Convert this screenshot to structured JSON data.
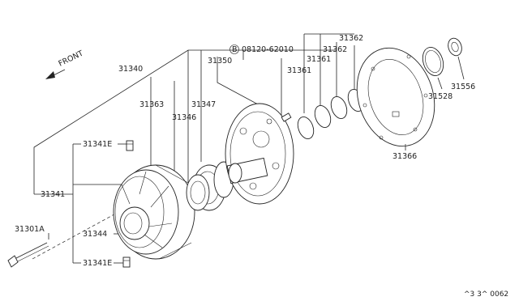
{
  "front_label": "FRONT",
  "bolt_symbol": "B",
  "callouts": {
    "p31340": "31340",
    "p31350": "31350",
    "p08120": "08120-62010",
    "p31361a": "31361",
    "p31361b": "31361",
    "p31362a": "31362",
    "p31362b": "31362",
    "p31363": "31363",
    "p31347": "31347",
    "p31346": "31346",
    "p31366": "31366",
    "p31528": "31528",
    "p31556": "31556",
    "p31341E_top": "31341E",
    "p31341": "31341",
    "p31301A": "31301A",
    "p31344": "31344",
    "p31341E_bot": "31341E"
  },
  "footer_code": "^3 3^ 0062"
}
